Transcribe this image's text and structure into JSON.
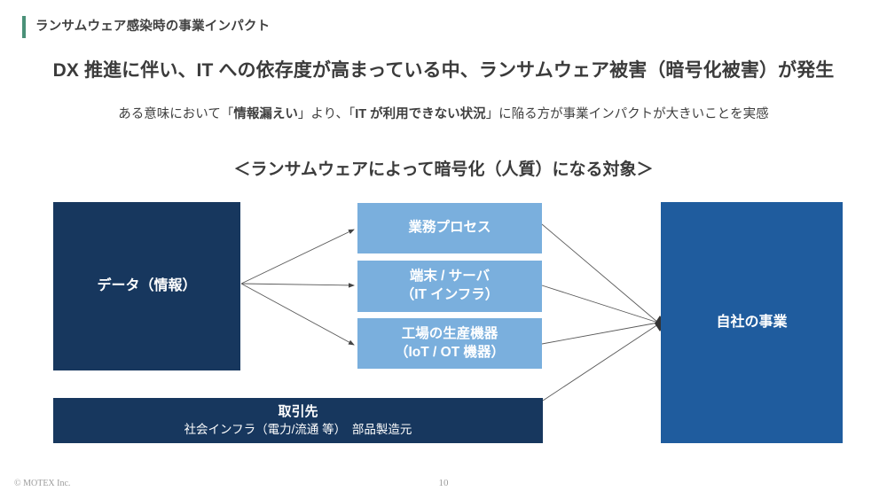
{
  "header": {
    "title": "ランサムウェア感染時の事業インパクト",
    "accent_color": "#4a9178"
  },
  "headline": "DX 推進に伴い、IT への依存度が高まっている中、ランサムウェア被害（暗号化被害）が発生",
  "subtitle": {
    "part1": "ある意味において「",
    "bold1": "情報漏えい",
    "part2": "」より、「",
    "bold2": "IT が利用できない状況",
    "part3": "」に陥る方が事業インパクトが大きいことを実感"
  },
  "section_title": "＜ランサムウェアによって暗号化（人質）になる対象＞",
  "diagram": {
    "source_node": {
      "label": "データ（情報）",
      "color": "#17375e",
      "text_color": "#ffffff"
    },
    "target_nodes": [
      {
        "label": "業務プロセス",
        "color": "#7aafdd",
        "text_color": "#ffffff"
      },
      {
        "label": "端末 / サーバ\n（IT インフラ）",
        "line1": "端末 / サーバ",
        "line2": "（IT インフラ）",
        "color": "#7aafdd",
        "text_color": "#ffffff"
      },
      {
        "label": "工場の生産機器\n（IoT / OT 機器）",
        "line1": "工場の生産機器",
        "line2": "（IoT / OT 機器）",
        "color": "#7aafdd",
        "text_color": "#ffffff"
      }
    ],
    "partner_node": {
      "title": "取引先",
      "subtitle": "社会インフラ（電力/流通 等）　部品製造元",
      "color": "#17375e",
      "text_color": "#ffffff"
    },
    "result_node": {
      "label": "自社の事業",
      "color": "#1f5c9e",
      "text_color": "#ffffff"
    },
    "connector_color": "#595959"
  },
  "footer": {
    "copyright": "© MOTEX Inc.",
    "page_number": "10"
  }
}
